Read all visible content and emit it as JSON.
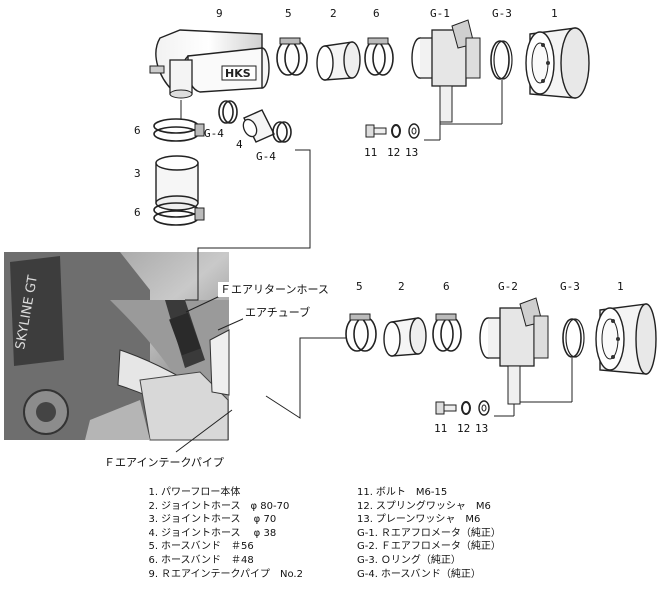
{
  "callouts": {
    "p9": "9",
    "p5_top": "5",
    "p2_top": "2",
    "p6_top": "6",
    "g1": "G-1",
    "g3_top": "G-3",
    "p1_top": "1",
    "p6_left1": "6",
    "g4_a": "G-4",
    "p4": "4",
    "g4_b": "G-4",
    "p3": "3",
    "p6_left2": "6",
    "p11_top": "11",
    "p12_top": "12",
    "p13_top": "13",
    "p5_bot": "5",
    "p2_bot": "2",
    "p6_bot": "6",
    "g2": "G-2",
    "g3_bot": "G-3",
    "p1_bot": "1",
    "p11_bot": "11",
    "p12_bot": "12",
    "p13_bot": "13"
  },
  "photo_labels": {
    "return_hose": "Ｆエアリターンホース",
    "air_tube": "エアチューブ",
    "intake_pipe": "Ｆエアインテークパイプ"
  },
  "brand_on_pipe": "HKS",
  "legend_left": [
    {
      "code": "1.",
      "text": "パワーフロー本体"
    },
    {
      "code": "2.",
      "text": "ジョイントホース　φ 80-70"
    },
    {
      "code": "3.",
      "text": "ジョイントホース　 φ 70"
    },
    {
      "code": "4.",
      "text": "ジョイントホース　 φ 38"
    },
    {
      "code": "5.",
      "text": "ホースバンド　＃56"
    },
    {
      "code": "6.",
      "text": "ホースバンド　＃48"
    },
    {
      "code": "9.",
      "text": "Ｒエアインテークパイプ　No.2"
    }
  ],
  "legend_right": [
    {
      "code": "11.",
      "text": "ボルト　M6-15"
    },
    {
      "code": "12.",
      "text": "スプリングワッシャ　M6"
    },
    {
      "code": "13.",
      "text": "プレーンワッシャ　M6"
    },
    {
      "code": "G-1.",
      "text": "Ｒエアフロメータ（純正）"
    },
    {
      "code": "G-2.",
      "text": "Ｆエアフロメータ（純正）"
    },
    {
      "code": "G-3.",
      "text": "Ｏリング（純正）"
    },
    {
      "code": "G-4.",
      "text": "ホースバンド（純正）"
    }
  ]
}
